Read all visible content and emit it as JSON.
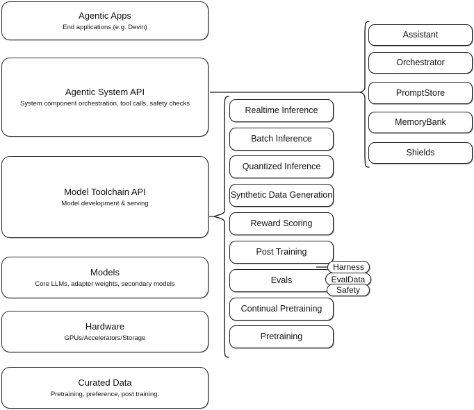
{
  "diagram": {
    "title": "LLM stack layered architecture diagram",
    "stroke_color": "#1d1d1d",
    "background_color": "#ffffff"
  },
  "layers": [
    {
      "name": "agentic-apps",
      "title": "Agentic Apps",
      "subtitle": "End applications (e.g. Devin)"
    },
    {
      "name": "agentic-system-api",
      "title": "Agentic System API",
      "subtitle": "System component orchestration, tool calls, safety checks"
    },
    {
      "name": "model-toolchain-api",
      "title": "Model Toolchain API",
      "subtitle": "Model development & serving"
    },
    {
      "name": "models",
      "title": "Models",
      "subtitle": "Core LLMs, adapter weights, secondary models"
    },
    {
      "name": "hardware",
      "title": "Hardware",
      "subtitle": "GPUs/Accelerators/Storage"
    },
    {
      "name": "curated-data",
      "title": "Curated Data",
      "subtitle": "Pretraining, preference, post training."
    }
  ],
  "toolchain_items": [
    {
      "name": "realtime-inference",
      "label": "Realtime Inference"
    },
    {
      "name": "batch-inference",
      "label": "Batch Inference"
    },
    {
      "name": "quantized-inference",
      "label": "Quantized Inference"
    },
    {
      "name": "synthetic-data-generation",
      "label": "Synthetic Data Generation"
    },
    {
      "name": "reward-scoring",
      "label": "Reward Scoring"
    },
    {
      "name": "post-training",
      "label": "Post Training"
    },
    {
      "name": "evals",
      "label": "Evals"
    },
    {
      "name": "continual-pretraining",
      "label": "Continual Pretraining"
    },
    {
      "name": "pretraining",
      "label": "Pretraining"
    }
  ],
  "evals_badges": [
    {
      "name": "harness",
      "label": "Harness"
    },
    {
      "name": "evaldata",
      "label": "EvalData"
    },
    {
      "name": "safety",
      "label": "Safety"
    }
  ],
  "system_items": [
    {
      "name": "assistant",
      "label": "Assistant"
    },
    {
      "name": "orchestrator",
      "label": "Orchestrator"
    },
    {
      "name": "promptstore",
      "label": "PromptStore"
    },
    {
      "name": "memorybank",
      "label": "MemoryBank"
    },
    {
      "name": "shields",
      "label": "Shields"
    }
  ]
}
